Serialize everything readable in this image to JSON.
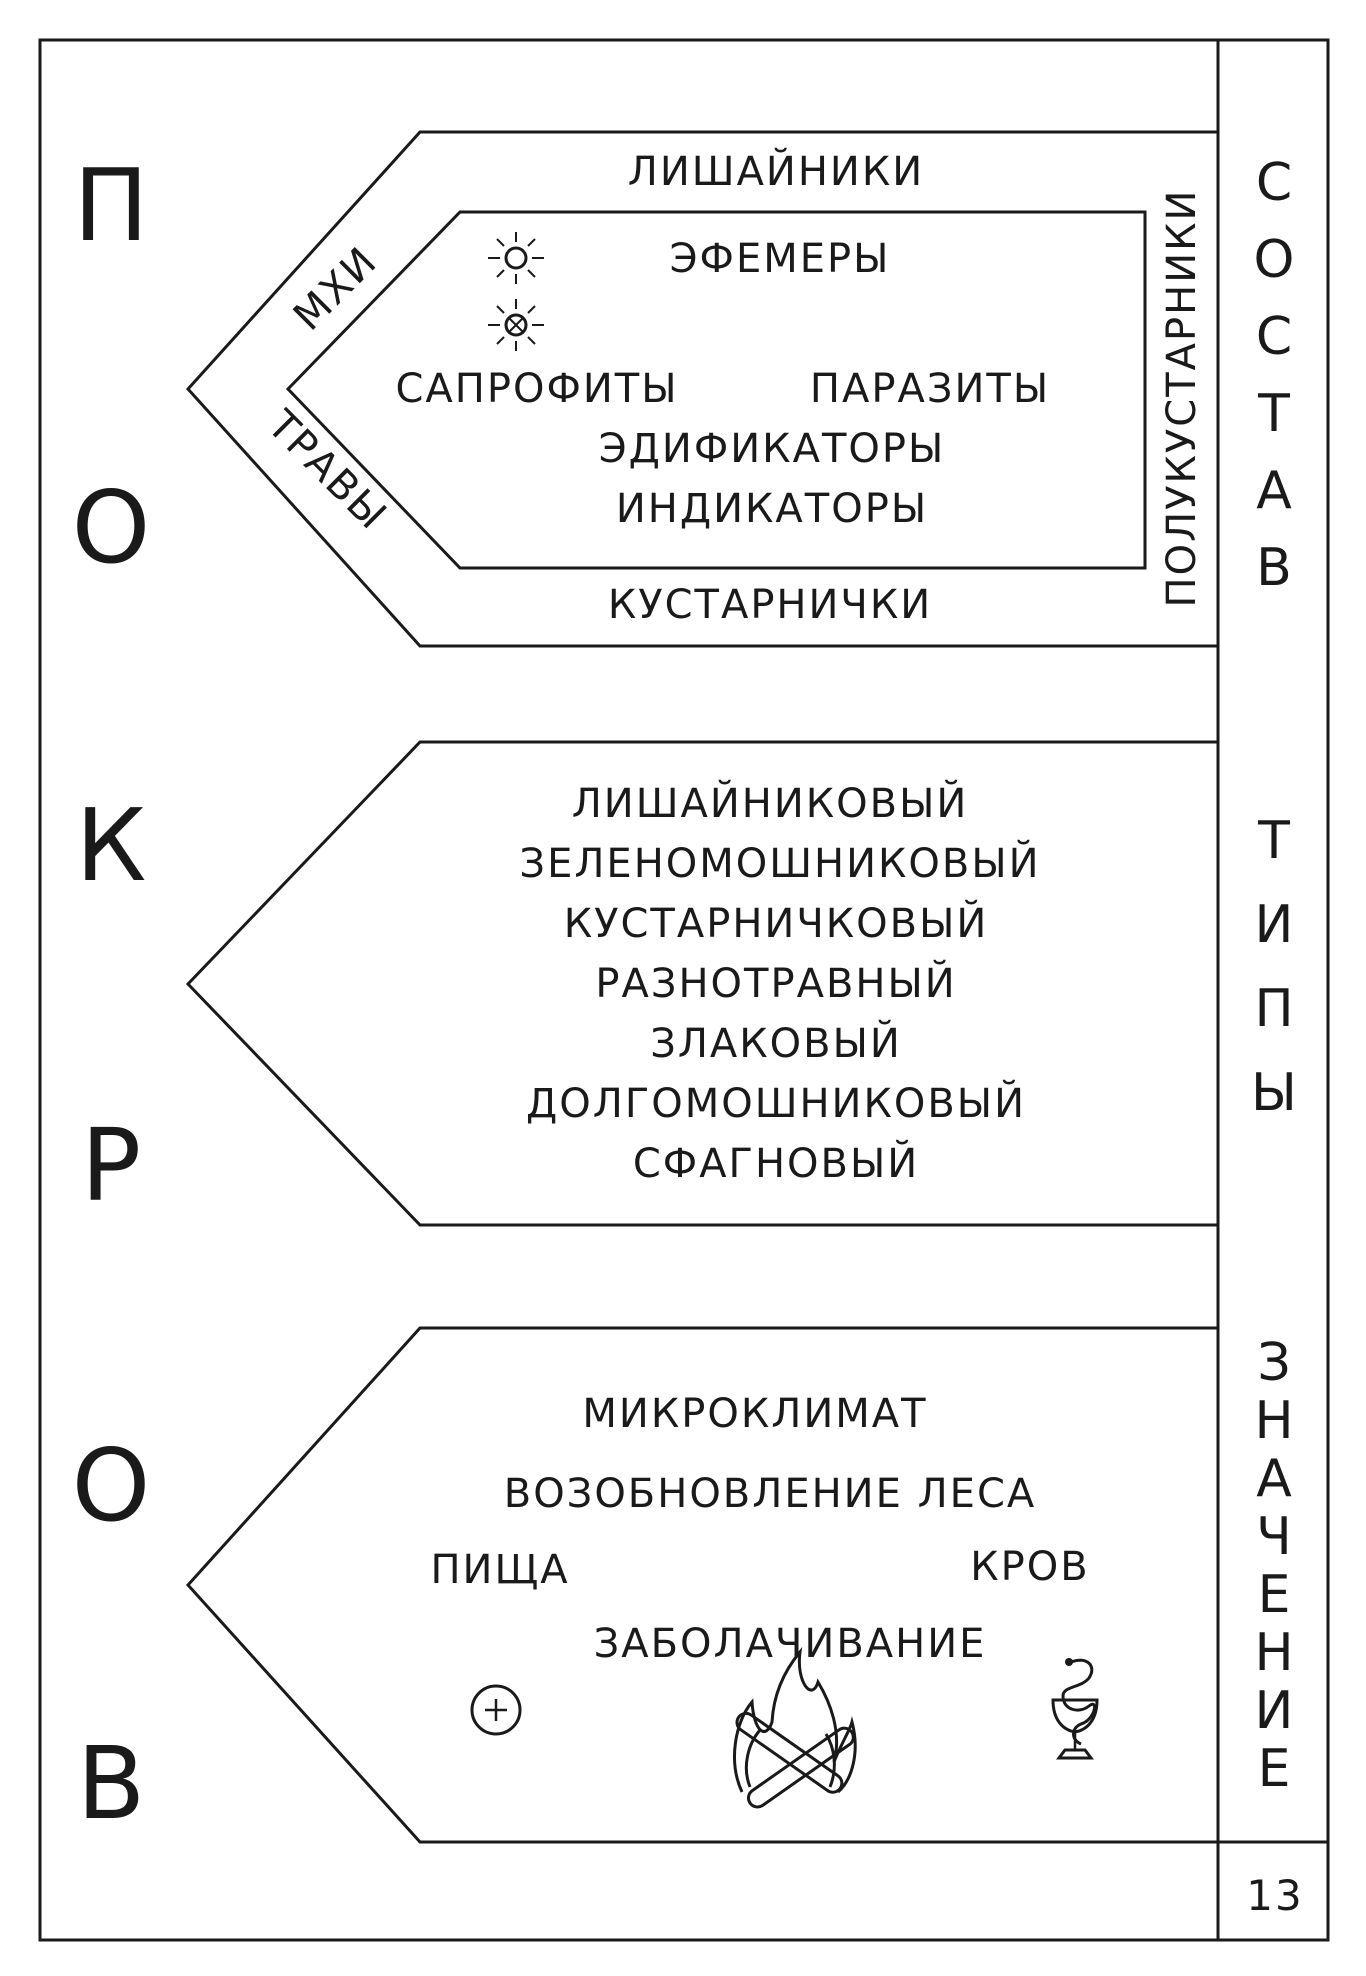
{
  "vertical_title": [
    "П",
    "О",
    "К",
    "Р",
    "О",
    "В"
  ],
  "section_labels": {
    "sostav": [
      "С",
      "О",
      "С",
      "Т",
      "А",
      "В"
    ],
    "tipy": [
      "Т",
      "И",
      "П",
      "Ы"
    ],
    "znachenie": [
      "З",
      "Н",
      "А",
      "Ч",
      "Е",
      "Н",
      "И",
      "Е"
    ]
  },
  "composition": {
    "outer_top": "ЛИШАЙНИКИ",
    "outer_bottom": "КУСТАРНИЧКИ",
    "outer_right": "ПОЛУКУСТАРНИКИ",
    "outer_left_upper": "МХИ",
    "outer_left_lower": "ТРАВЫ",
    "inner_items": [
      "ЭФЕМЕРЫ",
      "САПРОФИТЫ",
      "ПАРАЗИТЫ",
      "ЭДИФИКАТОРЫ",
      "ИНДИКАТОРЫ"
    ],
    "icons": [
      "sun-icon",
      "crossed-sun-icon"
    ]
  },
  "types": {
    "items": [
      "ЛИШАЙНИКОВЫЙ",
      "ЗЕЛЕНОМОШНИКОВЫЙ",
      "КУСТАРНИЧКОВЫЙ",
      "РАЗНОТРАВНЫЙ",
      "ЗЛАКОВЫЙ",
      "ДОЛГОМОШНИКОВЫЙ",
      "СФАГНОВЫЙ"
    ]
  },
  "significance": {
    "items": [
      "МИКРОКЛИМАТ",
      "ВОЗОБНОВЛЕНИЕ ЛЕСА",
      "ПИЩА",
      "КРОВ",
      "ЗАБОЛАЧИВАНИЕ"
    ],
    "icons": [
      "plus-circle-icon",
      "campfire-icon",
      "medicine-bowl-icon"
    ]
  },
  "page_number": "13"
}
